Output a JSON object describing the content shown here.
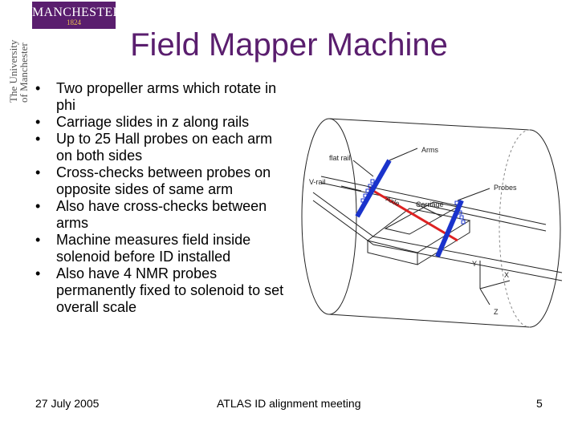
{
  "logo": {
    "name": "MANCHESTER",
    "year": "1824"
  },
  "university_text": [
    "The University",
    "of Manchester"
  ],
  "slide_title": "Field Mapper Machine",
  "bullets": [
    "Two propeller arms which rotate in phi",
    "Carriage slides in z along rails",
    "Up to 25 Hall probes on each arm on both sides",
    "Cross-checks between probes on opposite sides of same arm",
    "Also have cross-checks between arms",
    "Machine measures field inside solenoid before ID installed",
    "Also have 4 NMR probes permanently fixed to solenoid to set overall scale"
  ],
  "bullet_symbol": "•",
  "diagram": {
    "labels": {
      "arms": "Arms",
      "flat_rail": "flat rail",
      "v_rail": "V-rail",
      "probes": "Probes",
      "axle": "Axle",
      "carriage": "Carriage",
      "y": "Y",
      "x": "X",
      "z": "Z"
    },
    "colors": {
      "arm": "#1a33cc",
      "axle": "#dd2222",
      "probe": "#1a33cc",
      "line": "#222222"
    }
  },
  "footer": {
    "date": "27 July 2005",
    "meeting": "ATLAS ID alignment meeting",
    "page": "5"
  }
}
